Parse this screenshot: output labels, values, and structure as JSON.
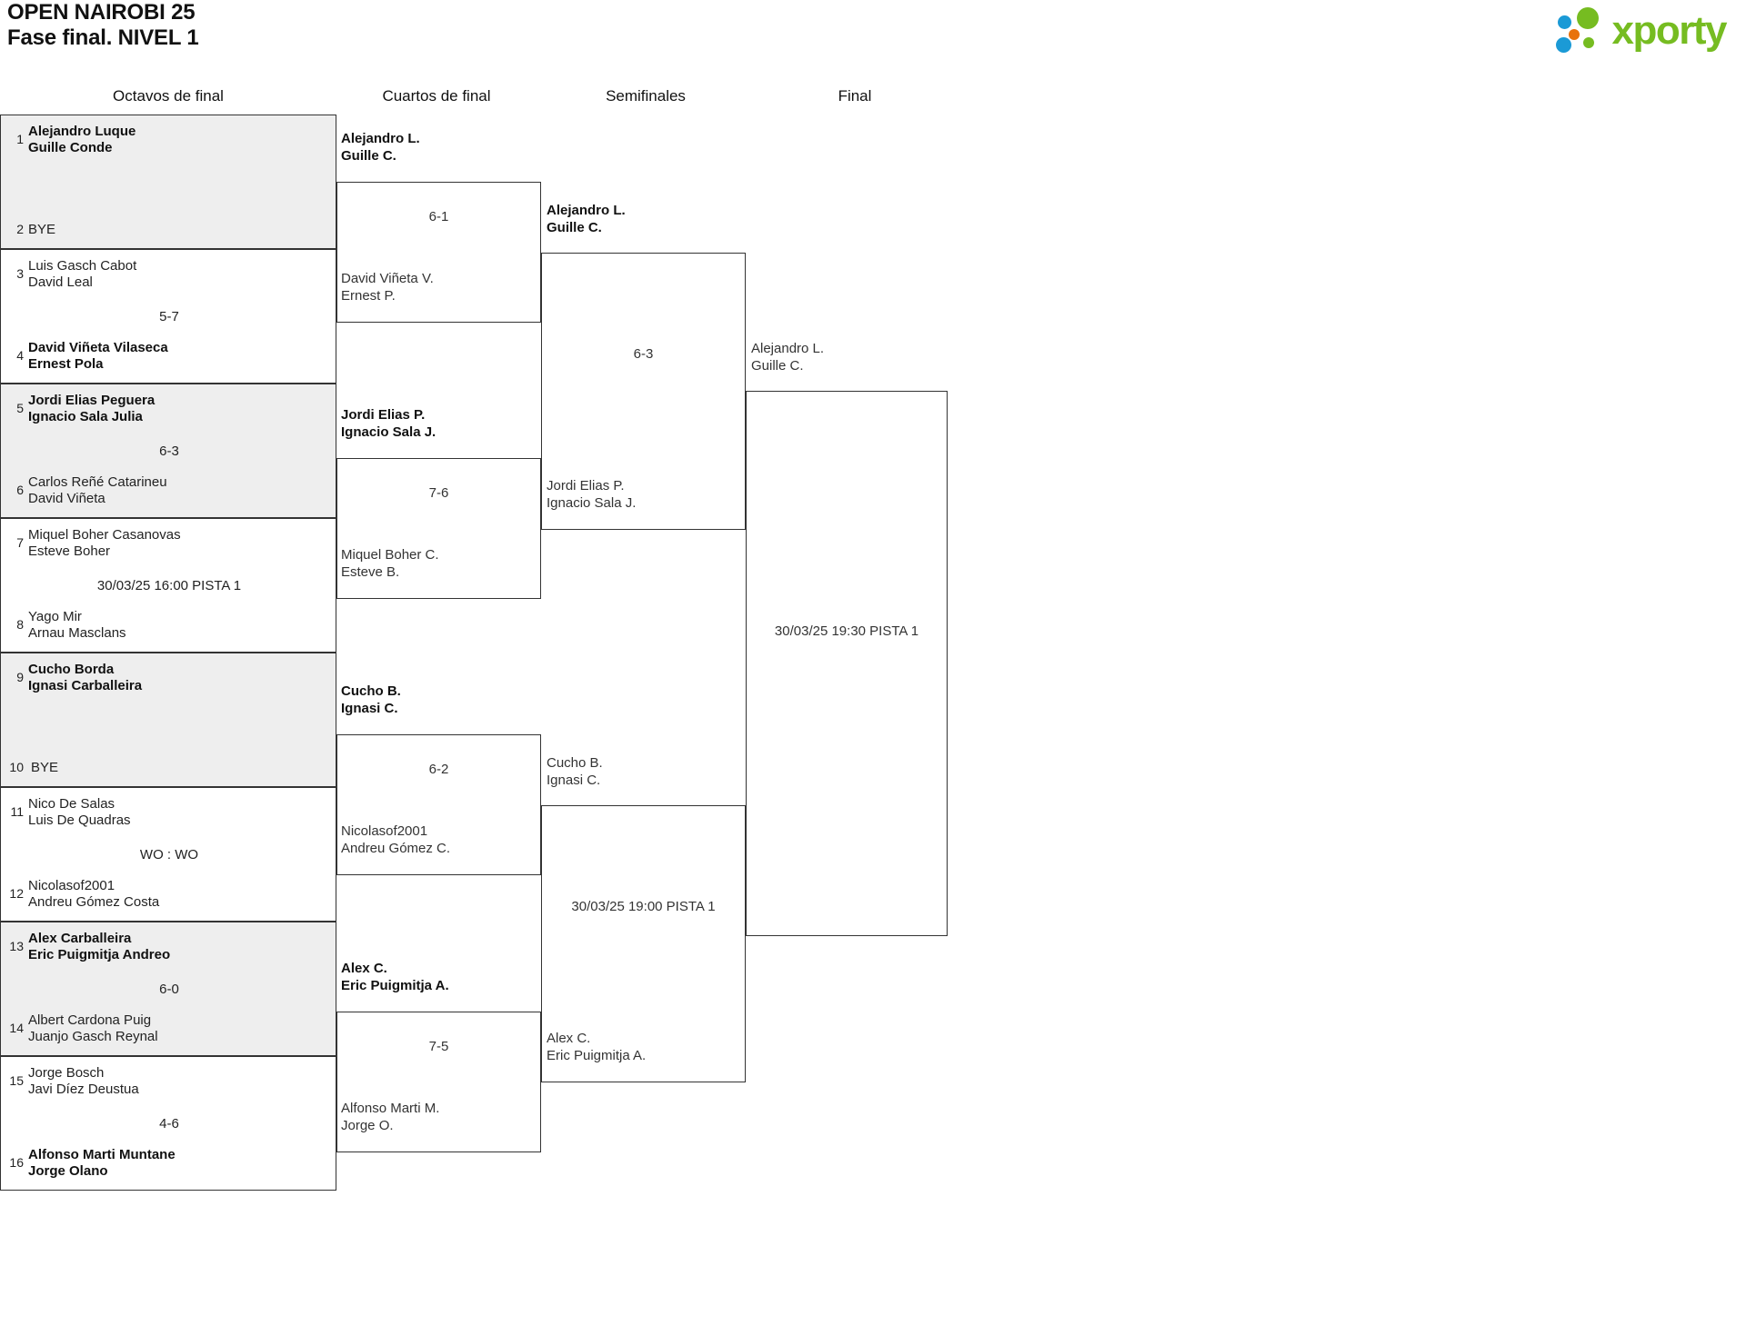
{
  "header": {
    "title_line1": "OPEN NAIROBI 25",
    "title_line2": "Fase final. NIVEL 1",
    "logo_text": "xporty",
    "logo_colors": {
      "green": "#76bc21",
      "blue": "#1b9ad6",
      "orange": "#e8720c"
    }
  },
  "rounds": [
    {
      "label": "Octavos de final"
    },
    {
      "label": "Cuartos de final"
    },
    {
      "label": "Semifinales"
    },
    {
      "label": "Final"
    }
  ],
  "round1": {
    "matches": [
      {
        "shaded": true,
        "top": {
          "seed": "1",
          "line1": "Alejandro Luque",
          "line2": "Guille Conde",
          "winner": true
        },
        "bottom": {
          "seed": "2",
          "bye": "BYE",
          "winner": false
        },
        "result": ""
      },
      {
        "shaded": false,
        "top": {
          "seed": "3",
          "line1": "Luis Gasch Cabot",
          "line2": "David Leal",
          "winner": false
        },
        "bottom": {
          "seed": "4",
          "line1": "David Viñeta Vilaseca",
          "line2": "Ernest Pola",
          "winner": true
        },
        "result": "5-7"
      },
      {
        "shaded": true,
        "top": {
          "seed": "5",
          "line1": "Jordi Elias Peguera",
          "line2": "Ignacio Sala Julia",
          "winner": true
        },
        "bottom": {
          "seed": "6",
          "line1": "Carlos Reñé Catarineu",
          "line2": "David Viñeta",
          "winner": false
        },
        "result": "6-3"
      },
      {
        "shaded": false,
        "top": {
          "seed": "7",
          "line1": "Miquel Boher Casanovas",
          "line2": "Esteve Boher",
          "winner": false
        },
        "bottom": {
          "seed": "8",
          "line1": "Yago Mir",
          "line2": "Arnau Masclans",
          "winner": false
        },
        "result": "30/03/25 16:00 PISTA 1"
      },
      {
        "shaded": true,
        "top": {
          "seed": "9",
          "line1": "Cucho Borda",
          "line2": "Ignasi Carballeira",
          "winner": true
        },
        "bottom": {
          "seed": "10",
          "bye": "BYE",
          "winner": false
        },
        "result": ""
      },
      {
        "shaded": false,
        "top": {
          "seed": "11",
          "line1": "Nico De Salas",
          "line2": "Luis De Quadras",
          "winner": false
        },
        "bottom": {
          "seed": "12",
          "line1": "Nicolasof2001",
          "line2": "Andreu Gómez Costa",
          "winner": false
        },
        "result": "WO : WO"
      },
      {
        "shaded": true,
        "top": {
          "seed": "13",
          "line1": "Alex Carballeira",
          "line2": "Eric Puigmitja Andreo",
          "winner": true
        },
        "bottom": {
          "seed": "14",
          "line1": "Albert Cardona Puig",
          "line2": "Juanjo Gasch Reynal",
          "winner": false
        },
        "result": "6-0"
      },
      {
        "shaded": false,
        "top": {
          "seed": "15",
          "line1": "Jorge Bosch",
          "line2": "Javi Díez Deustua",
          "winner": false
        },
        "bottom": {
          "seed": "16",
          "line1": "Alfonso Marti Muntane",
          "line2": "Jorge Olano",
          "winner": true
        },
        "result": "4-6"
      }
    ]
  },
  "round2": {
    "matches": [
      {
        "top": {
          "line1": "Alejandro L.",
          "line2": "Guille C.",
          "winner": true
        },
        "bottom": {
          "line1": "David Viñeta V.",
          "line2": "Ernest P.",
          "winner": false
        },
        "result": "6-1"
      },
      {
        "top": {
          "line1": "Jordi Elias P.",
          "line2": "Ignacio Sala J.",
          "winner": true
        },
        "bottom": {
          "line1": "Miquel Boher C.",
          "line2": "Esteve B.",
          "winner": false
        },
        "result": "7-6"
      },
      {
        "top": {
          "line1": "Cucho B.",
          "line2": "Ignasi C.",
          "winner": true
        },
        "bottom": {
          "line1": "Nicolasof2001",
          "line2": "Andreu Gómez C.",
          "winner": false
        },
        "result": "6-2"
      },
      {
        "top": {
          "line1": "Alex C.",
          "line2": "Eric Puigmitja A.",
          "winner": true
        },
        "bottom": {
          "line1": "Alfonso Marti M.",
          "line2": "Jorge O.",
          "winner": false
        },
        "result": "7-5"
      }
    ]
  },
  "round3": {
    "matches": [
      {
        "top": {
          "line1": "Alejandro L.",
          "line2": "Guille C.",
          "winner": true
        },
        "bottom": {
          "line1": "Jordi Elias P.",
          "line2": "Ignacio Sala J.",
          "winner": false
        },
        "result": "6-3"
      },
      {
        "top": {
          "line1": "Cucho B.",
          "line2": "Ignasi C.",
          "winner": false
        },
        "bottom": {
          "line1": "Alex C.",
          "line2": "Eric Puigmitja A.",
          "winner": false
        },
        "result": "30/03/25 19:00 PISTA 1"
      }
    ]
  },
  "round4": {
    "matches": [
      {
        "top": {
          "line1": "Alejandro L.",
          "line2": "Guille C.",
          "winner": false
        },
        "result": "30/03/25 19:30 PISTA 1"
      }
    ]
  }
}
